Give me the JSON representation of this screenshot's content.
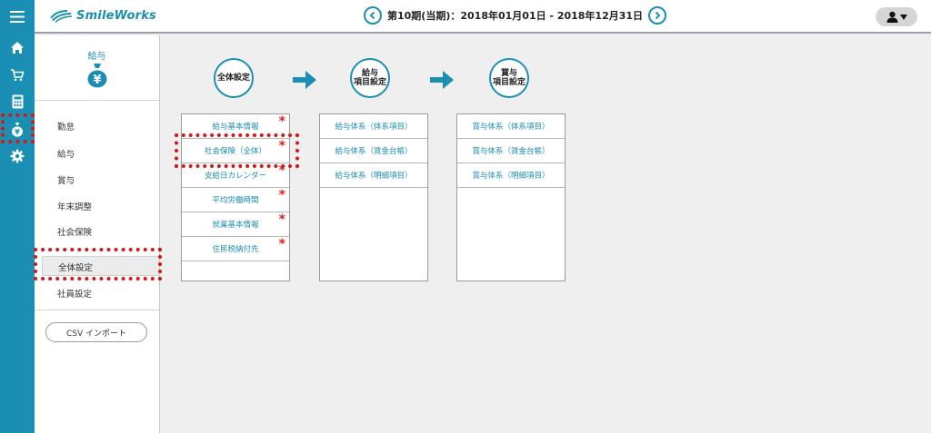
{
  "icons": {
    "menu": "hamburger-icon",
    "home": "home-icon",
    "cart": "cart-icon",
    "calculator": "calculator-icon",
    "payroll": "money-bag-icon",
    "settings": "gear-icon",
    "prev": "chevron-left-icon",
    "next": "chevron-right-icon",
    "user": "user-icon",
    "dropdown": "caret-down-icon"
  },
  "colors": {
    "accent": "#1b8fb3",
    "required": "#e02020",
    "highlight": "#d41818"
  },
  "brand": {
    "name": "SmileWorks"
  },
  "header": {
    "period": "第10期(当期)：2018年01月01日 - 2018年12月31日"
  },
  "menu": {
    "title": "給与",
    "items": [
      "勤怠",
      "給与",
      "賞与",
      "年末調整",
      "社会保険",
      "全体設定",
      "社員設定"
    ],
    "csv_button": "CSV インポート"
  },
  "flow": {
    "steps": [
      {
        "label1": "全体設定",
        "label2": ""
      },
      {
        "label1": "給与",
        "label2": "項目設定"
      },
      {
        "label1": "賞与",
        "label2": "項目設定"
      }
    ],
    "col1": [
      {
        "label": "給与基本情報",
        "required": "*"
      },
      {
        "label": "社会保険（全体）",
        "required": "*"
      },
      {
        "label": "支給日カレンダー",
        "required": "*"
      },
      {
        "label": "平均労働時間",
        "required": "*"
      },
      {
        "label": "就業基本情報",
        "required": "*"
      },
      {
        "label": "住民税納付先",
        "required": "*"
      }
    ],
    "col2": [
      {
        "label": "給与体系（体系項目）"
      },
      {
        "label": "給与体系（賃金台帳）"
      },
      {
        "label": "給与体系（明細項目）"
      }
    ],
    "col3": [
      {
        "label": "賞与体系（体系項目）"
      },
      {
        "label": "賞与体系（賃金台帳）"
      },
      {
        "label": "賞与体系（明細項目）"
      }
    ]
  }
}
